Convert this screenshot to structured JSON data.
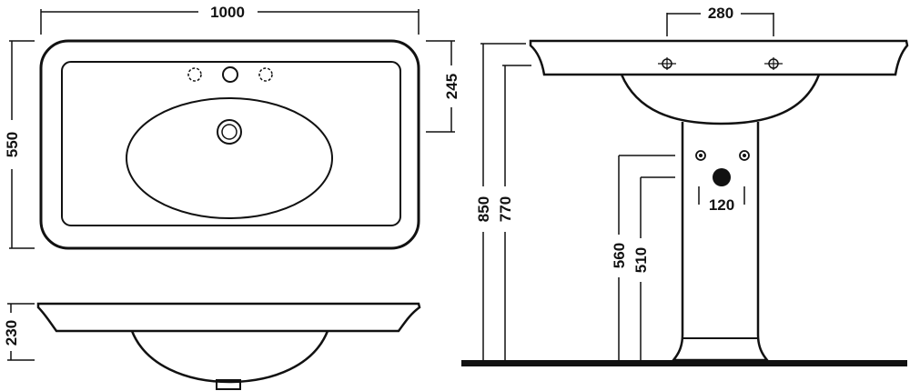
{
  "dimensions": {
    "top_width": "1000",
    "top_depth": "550",
    "top_tap_offset": "245",
    "front_height": "230",
    "side_tap_spacing": "280",
    "side_total_height": "850",
    "side_rim_height": "770",
    "side_waste_560": "560",
    "side_waste_510": "510",
    "side_waste_width": "120"
  }
}
